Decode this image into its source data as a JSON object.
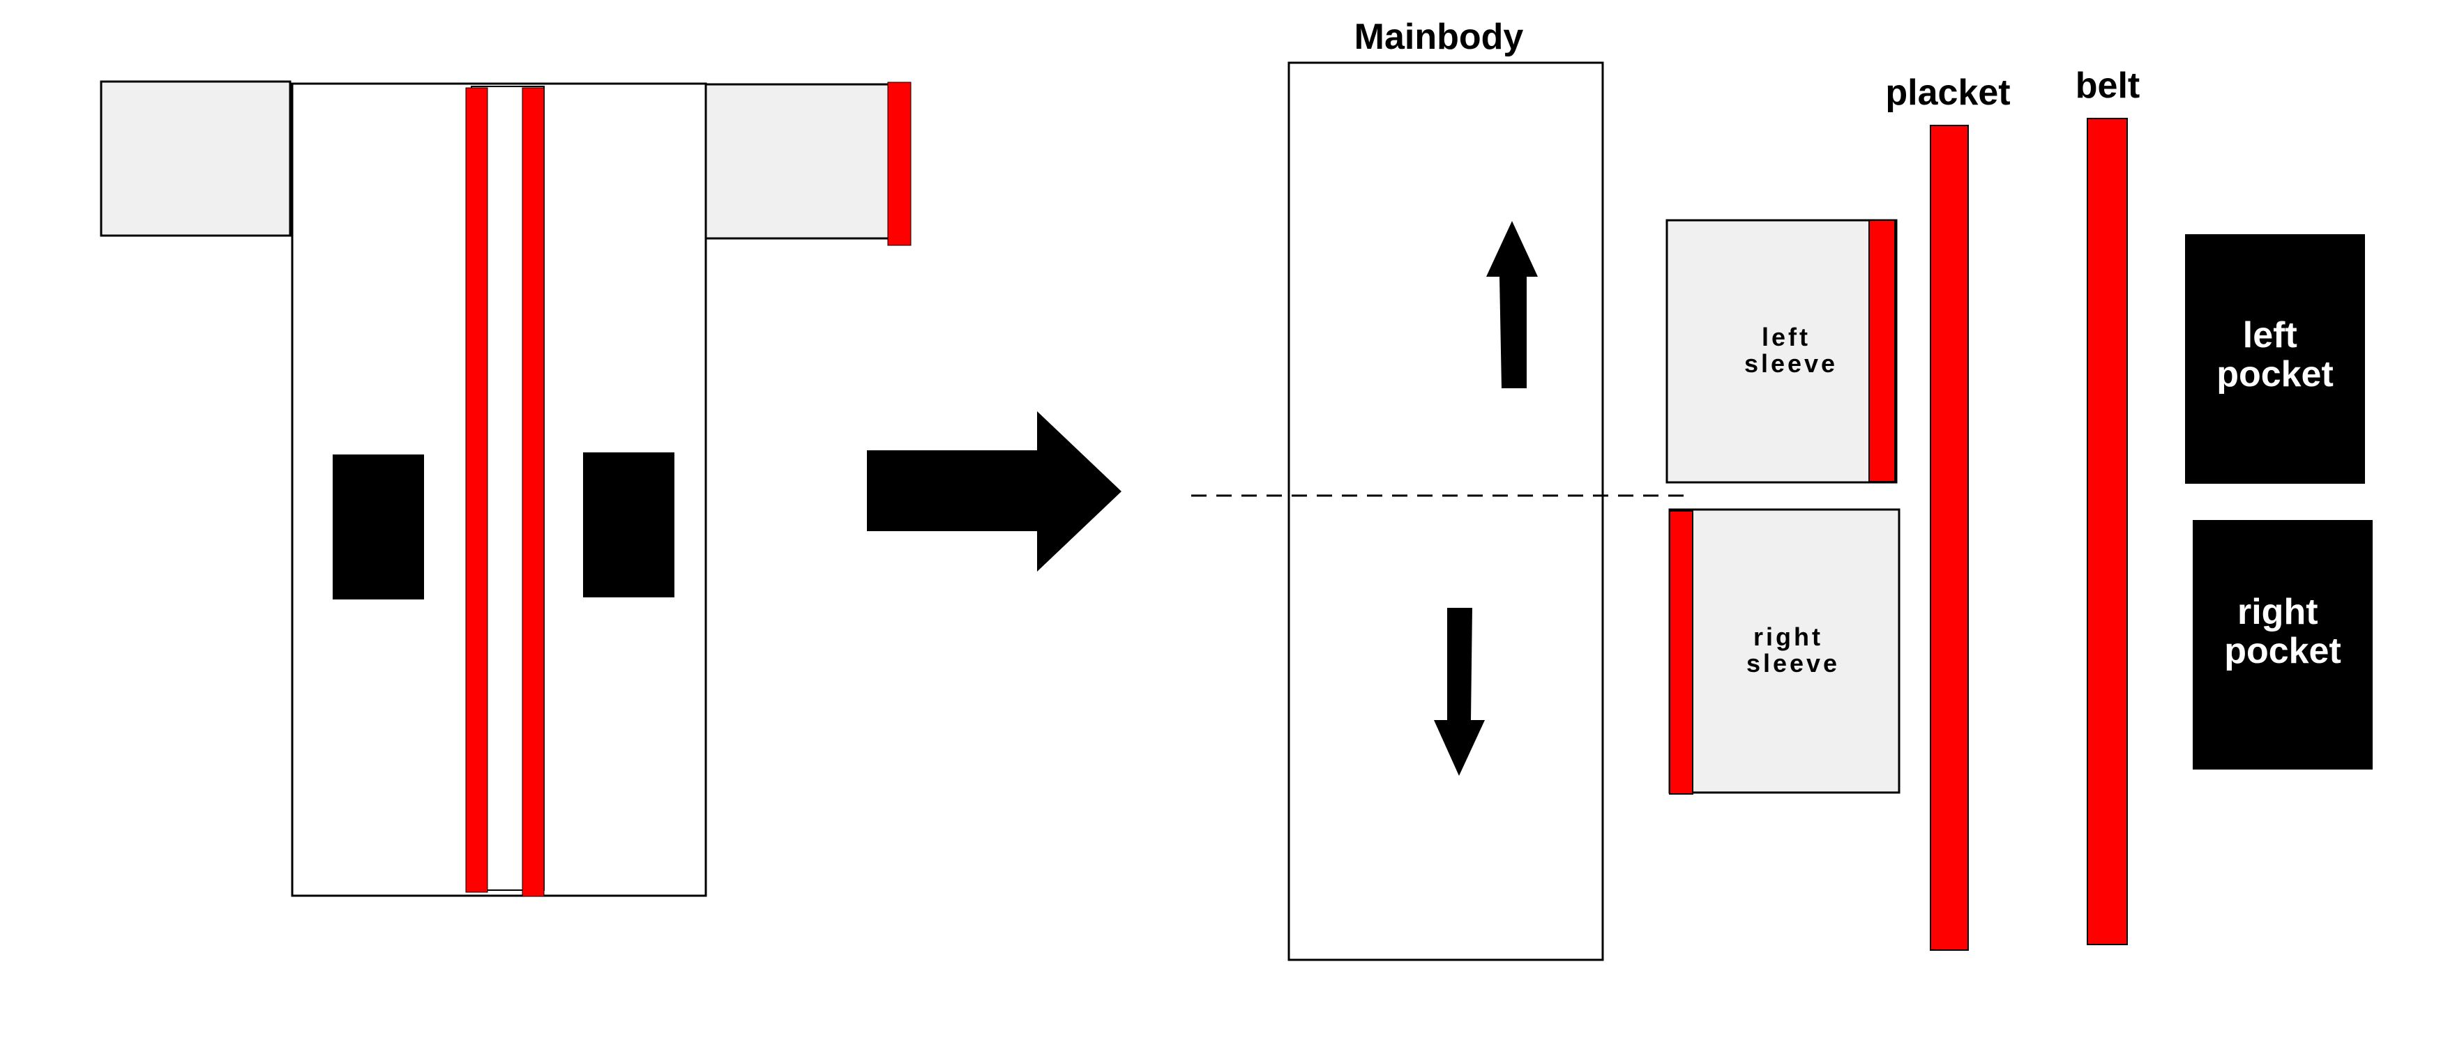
{
  "labels": {
    "mainbody": "Mainbody",
    "placket": "placket",
    "belt": "belt",
    "left_sleeve": [
      "left",
      "sleeve"
    ],
    "right_sleeve": [
      "right",
      "sleeve"
    ],
    "left_pocket": [
      "left",
      "pocket"
    ],
    "right_pocket": [
      "right",
      "pocket"
    ]
  },
  "colors": {
    "trim": "#ff0000",
    "sleeve_fill": "#f0f0f0",
    "pocket_fill": "#000000",
    "outline": "#000000",
    "background": "#ffffff"
  }
}
